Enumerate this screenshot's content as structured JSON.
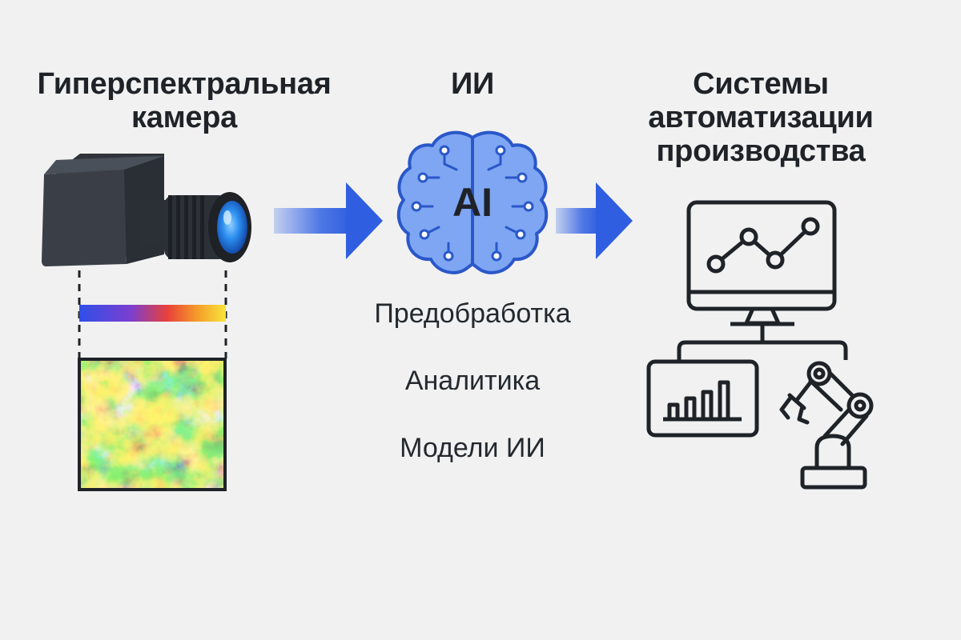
{
  "diagram": {
    "camera": {
      "title": "Гиперспектральная\nкамера"
    },
    "ai": {
      "title": "ИИ",
      "brain_label": "AI",
      "steps": [
        "Предобработка",
        "Аналитика",
        "Модели ИИ"
      ]
    },
    "automation": {
      "title": "Системы\nавтоматизации\nпроизводства"
    },
    "colors": {
      "background": "#f1f1f1",
      "arrow_blue": "#2f5fe0",
      "brain_fill": "#7ea6f2",
      "brain_stroke": "#2a57c9",
      "camera_body": "#3a3f47",
      "lens": "#2b8ef0",
      "outline": "#1f2328"
    },
    "icons": [
      "hyperspectral-camera-icon",
      "spectrum-bar",
      "hyperspectral-image",
      "arrow-right-icon",
      "ai-brain-icon",
      "monitor-line-chart-icon",
      "bar-chart-panel-icon",
      "robot-arm-icon"
    ]
  }
}
